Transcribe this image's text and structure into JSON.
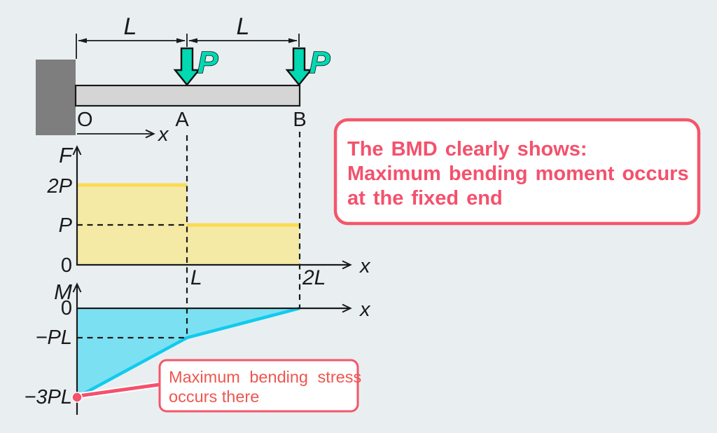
{
  "colors": {
    "background": "#E9EFF1",
    "wall_gray": "#7E7E7E",
    "beam_fill": "#D5D5D5",
    "line_black": "#1A1A1A",
    "load_teal": "#00D9B2",
    "shear_fill": "#F5E9A6",
    "shear_edge": "#FBDB50",
    "moment_fill": "#7CE0F3",
    "moment_edge": "#10CBEE",
    "accent_pink": "#F4516C",
    "callout_border": "#F4566A",
    "callout_small_text": "#EE564F"
  },
  "beam_diagram": {
    "dimension_labels": [
      "L",
      "L"
    ],
    "load_labels": [
      "P",
      "P"
    ],
    "point_labels": [
      "O",
      "A",
      "B"
    ],
    "axis_label": "x"
  },
  "shear_diagram": {
    "y_axis_label": "F",
    "x_axis_label": "x",
    "y_ticks": [
      "2P",
      "P",
      "0"
    ],
    "x_ticks": [
      "L",
      "2L"
    ]
  },
  "moment_diagram": {
    "y_axis_label": "M",
    "x_axis_label": "x",
    "y_ticks": [
      "0",
      "−PL",
      "−3PL"
    ]
  },
  "callouts": {
    "main": {
      "lines": [
        "The BMD clearly shows:",
        "Maximum bending moment occurs",
        "at the fixed end"
      ]
    },
    "stress": {
      "lines": [
        "Maximum bending stress",
        "occurs there"
      ]
    }
  },
  "chart_data": [
    {
      "type": "area",
      "name": "shear-force-diagram",
      "ylabel": "F",
      "xlabel": "x",
      "x_symbolic": [
        "0",
        "L",
        "L",
        "2L"
      ],
      "y_symbolic": [
        "2P",
        "2P",
        "P",
        "P"
      ],
      "x_numeric": [
        0,
        1,
        1,
        2
      ],
      "y_numeric": [
        2,
        2,
        1,
        1
      ],
      "ylim_symbolic": [
        "0",
        "2P"
      ],
      "grid": false,
      "description": "Shear force constant at 2P from fixed end O to A (x=L), steps down to P from A to free end B (x=2L)"
    },
    {
      "type": "area",
      "name": "bending-moment-diagram",
      "ylabel": "M",
      "xlabel": "x",
      "x_symbolic": [
        "0",
        "L",
        "2L"
      ],
      "y_symbolic": [
        "−3PL",
        "−PL",
        "0"
      ],
      "x_numeric": [
        0,
        1,
        2
      ],
      "y_numeric": [
        -3,
        -1,
        0
      ],
      "ylim_symbolic": [
        "−3PL",
        "0"
      ],
      "grid": false,
      "description": "Bending moment piecewise linear: −3PL at fixed end O, −PL at A (x=L), 0 at free end B (x=2L); maximum magnitude at fixed end"
    }
  ]
}
